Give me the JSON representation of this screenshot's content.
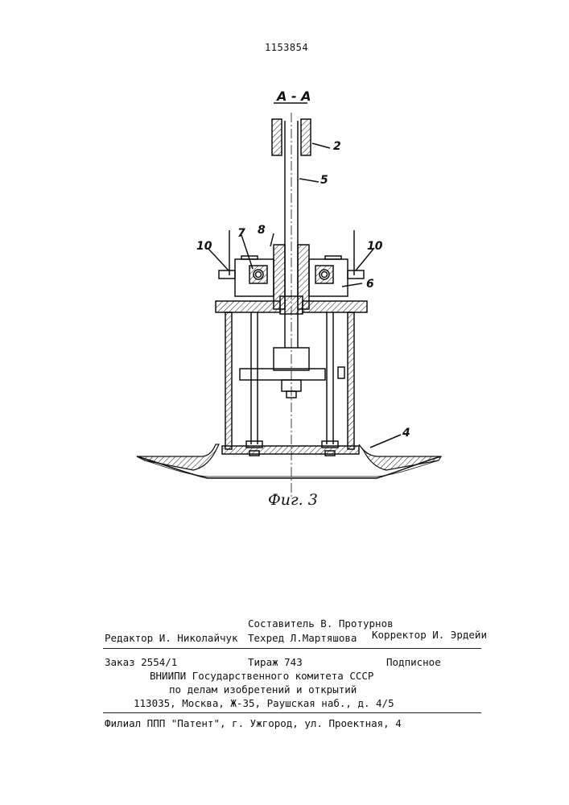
{
  "patent_number": "1153854",
  "section_label": "А - А",
  "figure_caption": "Фиг. 3",
  "part_labels": [
    "2",
    "5",
    "7",
    "8",
    "10",
    "10",
    "6",
    "4"
  ],
  "imprint": {
    "composer": "Составитель В. Протурнов",
    "editor": "Редактор И. Николайчук",
    "techred": "Техред Л.Мартяшова",
    "corrector": "Корректор И. Эрдейи",
    "order": "Заказ 2554/1",
    "circulation": "Тираж 743",
    "subscription": "Подписное",
    "org_line1": "ВНИИПИ Государственного комитета СССР",
    "org_line2": "по делам изобретений и открытий",
    "address": "113035, Москва, Ж-35, Раушская наб., д. 4/5",
    "branch": "Филиал ППП \"Патент\", г. Ужгород, ул. Проектная, 4"
  }
}
